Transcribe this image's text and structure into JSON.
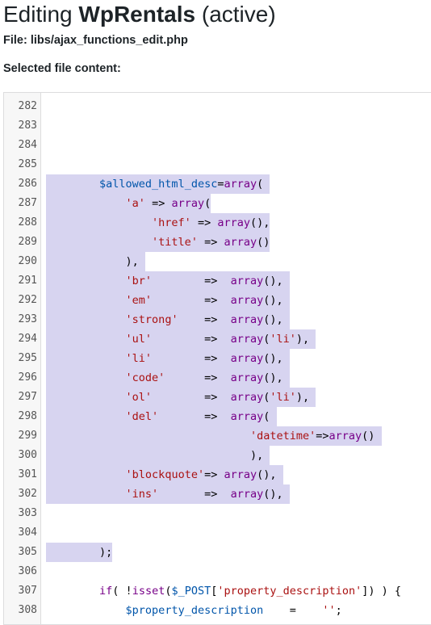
{
  "header": {
    "title_prefix": "Editing ",
    "plugin_name": "WpRentals",
    "status": " (active)"
  },
  "file": {
    "label": "File: libs/ajax_functions_edit.php"
  },
  "content_label": "Selected file content:",
  "colors": {
    "selection": "#d7d4f0",
    "variable": "#0055aa",
    "keyword": "#770088",
    "string": "#aa1111",
    "operator": "#000000",
    "gutter_bg": "#f7f7f7"
  },
  "editor": {
    "lines": [
      {
        "n": "282",
        "sel": false,
        "tokens": []
      },
      {
        "n": "283",
        "sel": false,
        "tokens": []
      },
      {
        "n": "284",
        "sel": false,
        "tokens": []
      },
      {
        "n": "285",
        "sel": false,
        "tokens": []
      },
      {
        "n": "286",
        "sel": true,
        "tokens": [
          [
            "",
            "        "
          ],
          [
            "v",
            "$allowed_html_desc"
          ],
          [
            "",
            "="
          ],
          [
            "k",
            "array"
          ],
          [
            "",
            "( "
          ]
        ]
      },
      {
        "n": "287",
        "sel": true,
        "tokens": [
          [
            "",
            "            "
          ],
          [
            "s",
            "'a'"
          ],
          [
            "",
            " => "
          ],
          [
            "k",
            "array"
          ],
          [
            "",
            "("
          ]
        ]
      },
      {
        "n": "288",
        "sel": true,
        "tokens": [
          [
            "",
            "                "
          ],
          [
            "s",
            "'href'"
          ],
          [
            "",
            " => "
          ],
          [
            "k",
            "array"
          ],
          [
            "",
            "(),"
          ]
        ]
      },
      {
        "n": "289",
        "sel": true,
        "tokens": [
          [
            "",
            "                "
          ],
          [
            "s",
            "'title'"
          ],
          [
            "",
            " => "
          ],
          [
            "k",
            "array"
          ],
          [
            "",
            "()"
          ]
        ]
      },
      {
        "n": "290",
        "sel": true,
        "tokens": [
          [
            "",
            "            ), "
          ]
        ]
      },
      {
        "n": "291",
        "sel": true,
        "tokens": [
          [
            "",
            "            "
          ],
          [
            "s",
            "'br'"
          ],
          [
            "",
            "        =>  "
          ],
          [
            "k",
            "array"
          ],
          [
            "",
            "(), "
          ]
        ]
      },
      {
        "n": "292",
        "sel": true,
        "tokens": [
          [
            "",
            "            "
          ],
          [
            "s",
            "'em'"
          ],
          [
            "",
            "        =>  "
          ],
          [
            "k",
            "array"
          ],
          [
            "",
            "(), "
          ]
        ]
      },
      {
        "n": "293",
        "sel": true,
        "tokens": [
          [
            "",
            "            "
          ],
          [
            "s",
            "'strong'"
          ],
          [
            "",
            "    =>  "
          ],
          [
            "k",
            "array"
          ],
          [
            "",
            "(), "
          ]
        ]
      },
      {
        "n": "294",
        "sel": true,
        "tokens": [
          [
            "",
            "            "
          ],
          [
            "s",
            "'ul'"
          ],
          [
            "",
            "        =>  "
          ],
          [
            "k",
            "array"
          ],
          [
            "",
            "("
          ],
          [
            "s",
            "'li'"
          ],
          [
            "",
            "), "
          ]
        ]
      },
      {
        "n": "295",
        "sel": true,
        "tokens": [
          [
            "",
            "            "
          ],
          [
            "s",
            "'li'"
          ],
          [
            "",
            "        =>  "
          ],
          [
            "k",
            "array"
          ],
          [
            "",
            "(), "
          ]
        ]
      },
      {
        "n": "296",
        "sel": true,
        "tokens": [
          [
            "",
            "            "
          ],
          [
            "s",
            "'code'"
          ],
          [
            "",
            "      =>  "
          ],
          [
            "k",
            "array"
          ],
          [
            "",
            "(), "
          ]
        ]
      },
      {
        "n": "297",
        "sel": true,
        "tokens": [
          [
            "",
            "            "
          ],
          [
            "s",
            "'ol'"
          ],
          [
            "",
            "        =>  "
          ],
          [
            "k",
            "array"
          ],
          [
            "",
            "("
          ],
          [
            "s",
            "'li'"
          ],
          [
            "",
            "), "
          ]
        ]
      },
      {
        "n": "298",
        "sel": true,
        "tokens": [
          [
            "",
            "            "
          ],
          [
            "s",
            "'del'"
          ],
          [
            "",
            "       =>  "
          ],
          [
            "k",
            "array"
          ],
          [
            "",
            "( "
          ]
        ]
      },
      {
        "n": "299",
        "sel": true,
        "tokens": [
          [
            "",
            "                               "
          ],
          [
            "s",
            "'datetime'"
          ],
          [
            "",
            "=>"
          ],
          [
            "k",
            "array"
          ],
          [
            "",
            "() "
          ]
        ]
      },
      {
        "n": "300",
        "sel": true,
        "tokens": [
          [
            "",
            "                               ), "
          ]
        ]
      },
      {
        "n": "301",
        "sel": true,
        "tokens": [
          [
            "",
            "            "
          ],
          [
            "s",
            "'blockquote'"
          ],
          [
            "",
            "=> "
          ],
          [
            "k",
            "array"
          ],
          [
            "",
            "(), "
          ]
        ]
      },
      {
        "n": "302",
        "sel": true,
        "tokens": [
          [
            "",
            "            "
          ],
          [
            "s",
            "'ins'"
          ],
          [
            "",
            "       =>  "
          ],
          [
            "k",
            "array"
          ],
          [
            "",
            "(), "
          ]
        ]
      },
      {
        "n": "303",
        "sel": false,
        "tokens": []
      },
      {
        "n": "304",
        "sel": false,
        "tokens": []
      },
      {
        "n": "305",
        "sel": true,
        "tokens": [
          [
            "",
            "        );"
          ]
        ]
      },
      {
        "n": "306",
        "sel": false,
        "tokens": []
      },
      {
        "n": "307",
        "sel": false,
        "tokens": [
          [
            "",
            "        "
          ],
          [
            "k",
            "if"
          ],
          [
            "",
            "( !"
          ],
          [
            "k",
            "isset"
          ],
          [
            "",
            "("
          ],
          [
            "v",
            "$_POST"
          ],
          [
            "",
            "["
          ],
          [
            "s",
            "'property_description'"
          ],
          [
            "",
            "]) ) {"
          ]
        ]
      },
      {
        "n": "308",
        "sel": false,
        "tokens": [
          [
            "",
            "            "
          ],
          [
            "v",
            "$property_description"
          ],
          [
            "",
            "    =    "
          ],
          [
            "s",
            "''"
          ],
          [
            "",
            ";"
          ]
        ]
      }
    ]
  }
}
